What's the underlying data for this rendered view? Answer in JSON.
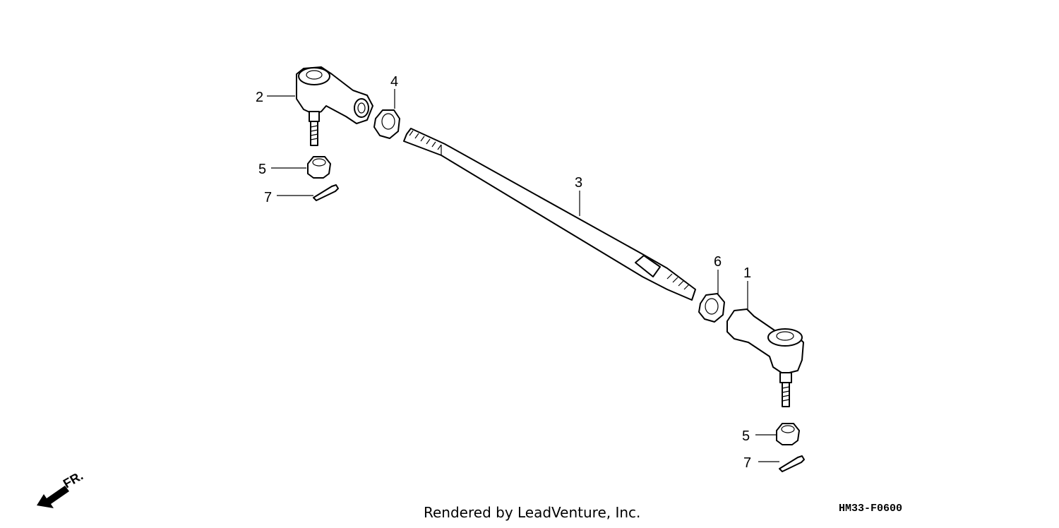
{
  "callouts": {
    "c1": "1",
    "c2": "2",
    "c3": "3",
    "c4": "4",
    "c5a": "5",
    "c5b": "5",
    "c6": "6",
    "c7a": "7",
    "c7b": "7"
  },
  "direction_label": "FR.",
  "footer": {
    "credit": "Rendered by LeadVenture, Inc.",
    "diagram_code": "HM33-F0600"
  }
}
